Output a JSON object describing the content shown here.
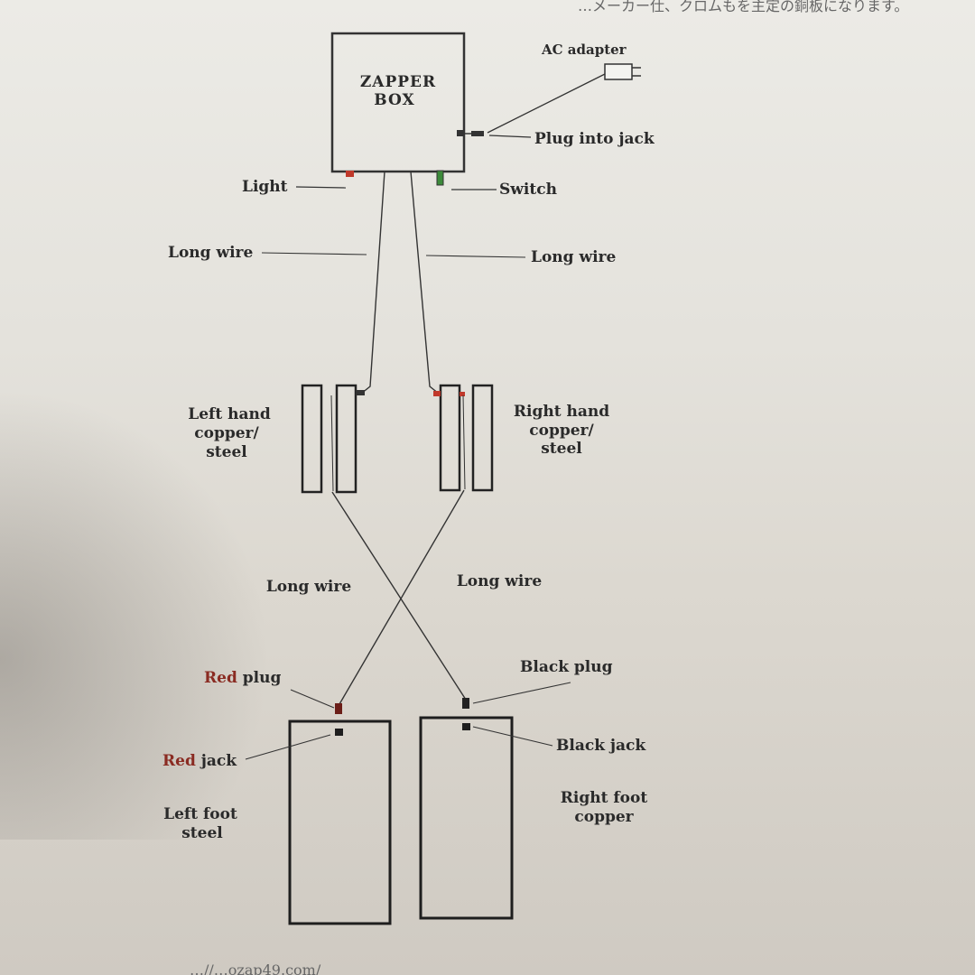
{
  "header_fragment": "…メーカー仕、クロムもを主定の銅板になります。",
  "footer_fragment": "…//…ozap49.com/",
  "zapper_box": {
    "line1": "ZAPPER",
    "line2": "BOX"
  },
  "labels": {
    "ac_adapter": "AC adapter",
    "plug_into_jack": "Plug into jack",
    "light": "Light",
    "switch": "Switch",
    "long_wire_upper_left": "Long wire",
    "long_wire_upper_right": "Long wire",
    "left_hand": [
      "Left hand",
      "copper/",
      "steel"
    ],
    "right_hand": [
      "Right hand",
      "copper/",
      "steel"
    ],
    "long_wire_lower_left": "Long wire",
    "long_wire_lower_right": "Long wire",
    "red_plug_red": "Red",
    "red_plug_rest": " plug",
    "black_plug": "Black plug",
    "red_jack_red": "Red",
    "red_jack_rest": " jack",
    "black_jack": "Black jack",
    "left_foot": [
      "Left foot",
      "steel"
    ],
    "right_foot": [
      "Right foot",
      "copper"
    ]
  },
  "colors": {
    "red": "#c0392b",
    "green": "#3c8a3a",
    "line": "#333333"
  }
}
